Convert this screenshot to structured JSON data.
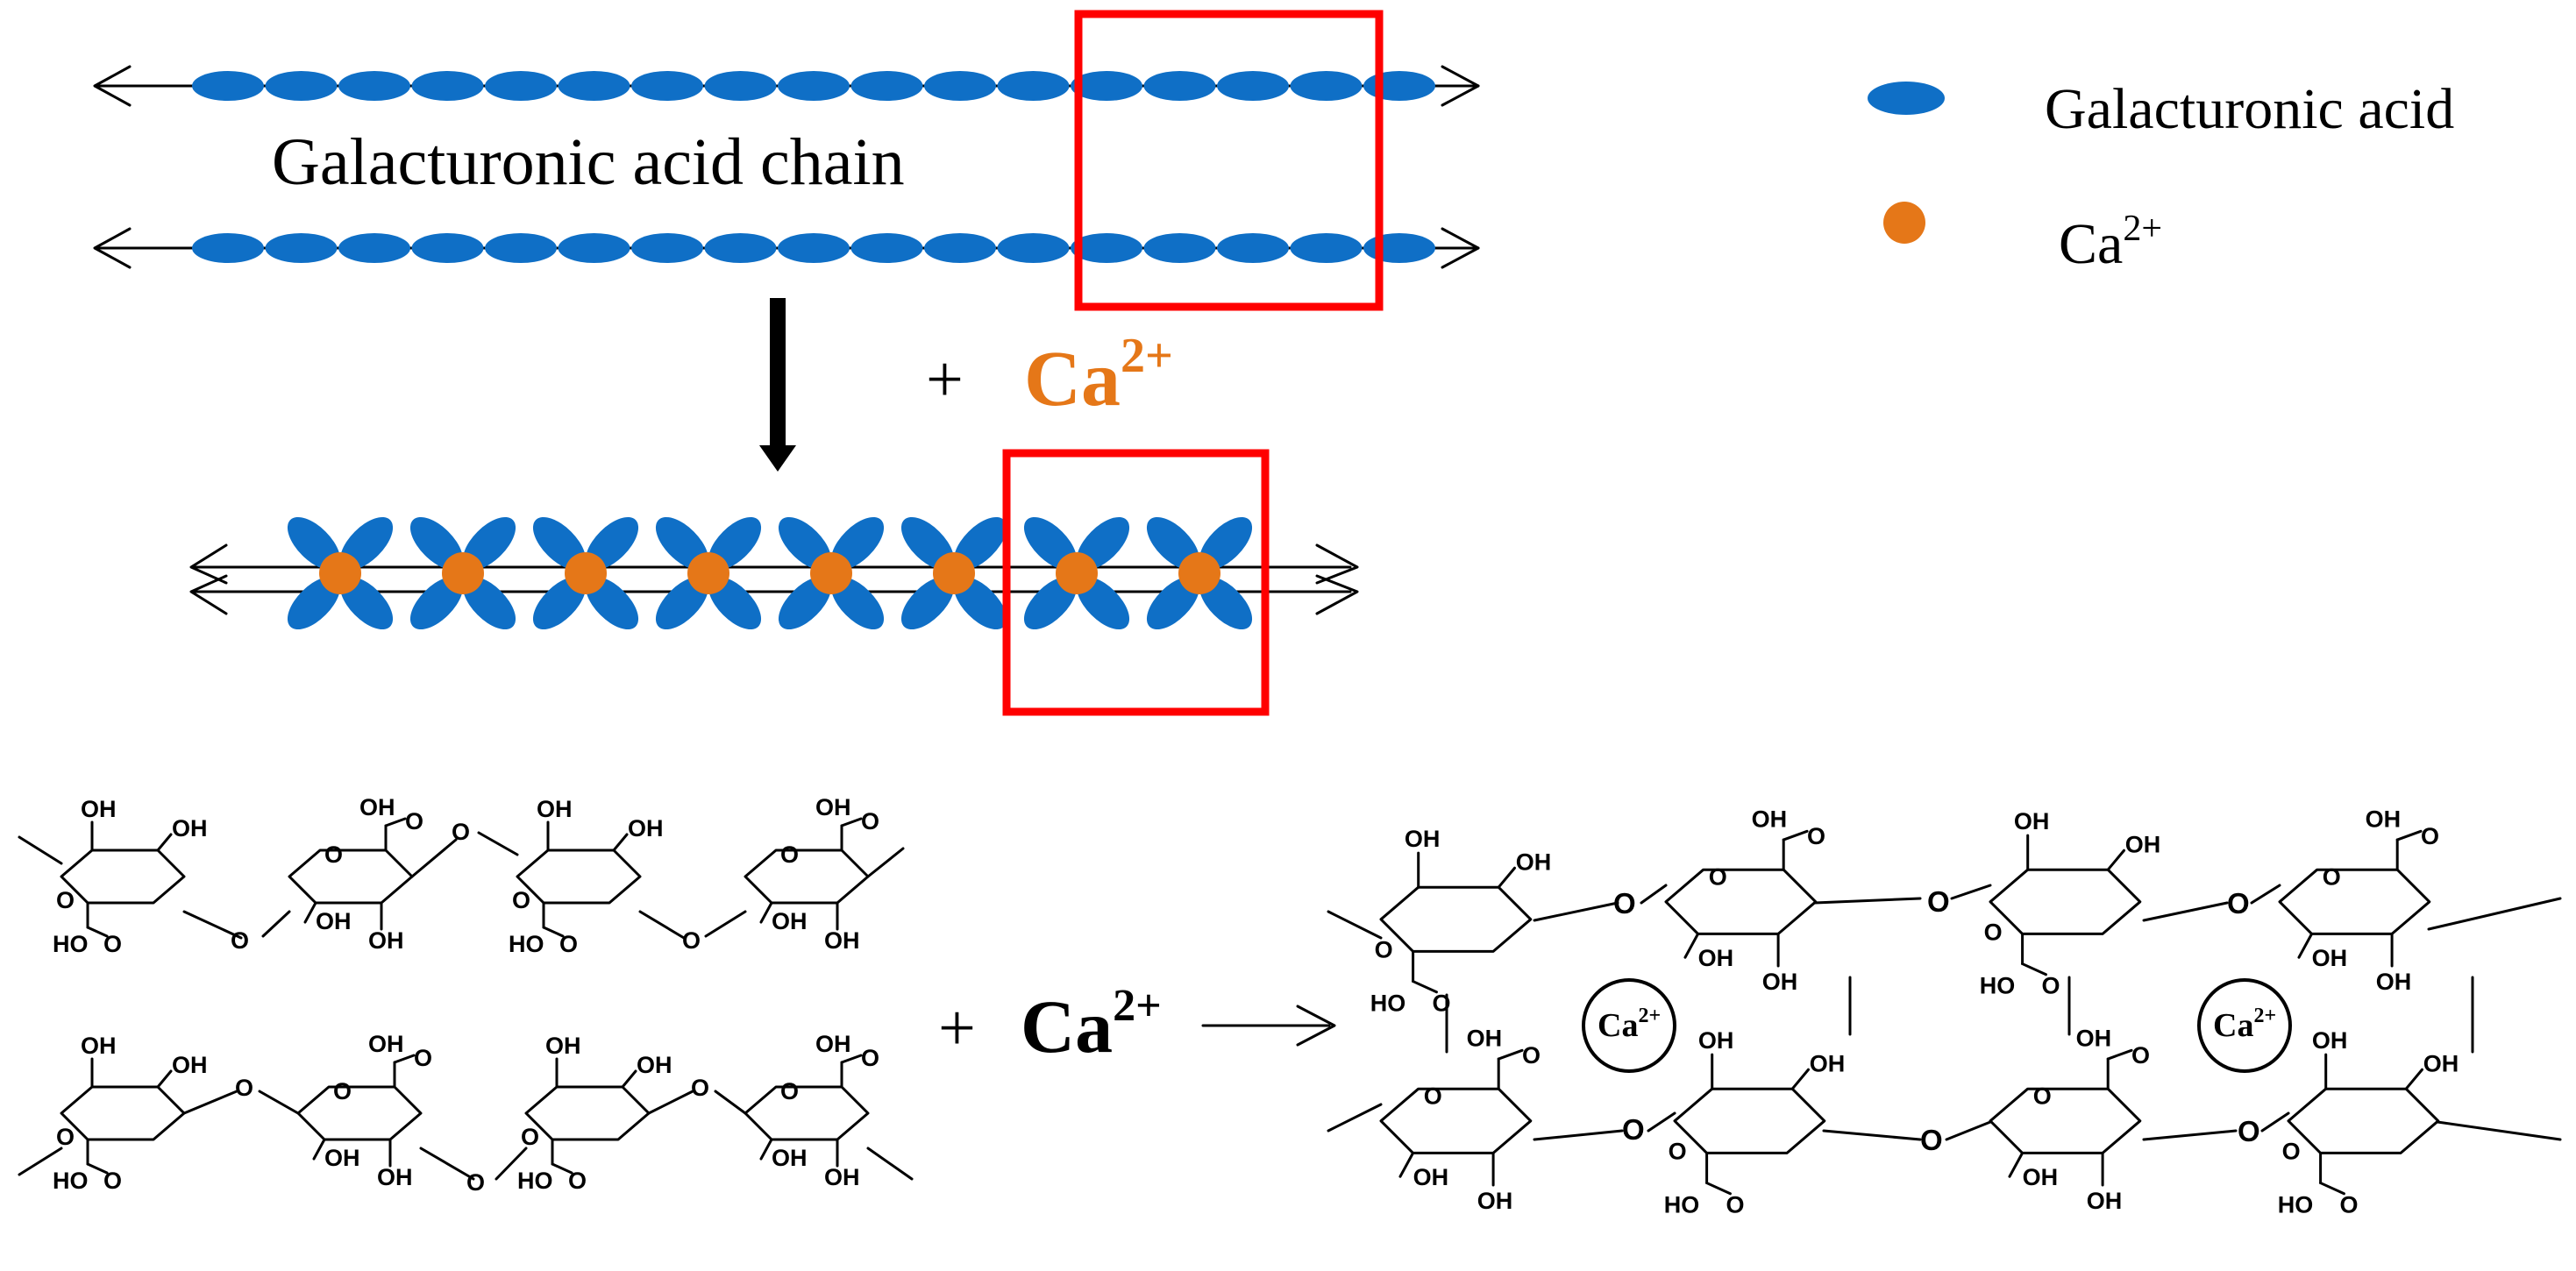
{
  "colors": {
    "acid_blue": "#0f6fc6",
    "calcium_orange": "#e57718",
    "box_red": "#ff0000",
    "ink": "#000000"
  },
  "labels": {
    "chain": "Galacturonic acid chain",
    "plus": "+",
    "ca_base": "Ca",
    "ca_charge": "2+"
  },
  "legend": {
    "items": [
      {
        "icon": "blue-ellipse",
        "label": "Galacturonic acid"
      },
      {
        "icon": "orange-dot",
        "label": "Ca",
        "superscript": "2+"
      }
    ]
  },
  "chemistry": {
    "hydroxyl": "OH",
    "hydroxyl_rev": "HO",
    "oxygen": "O",
    "acid_hydroxyl": "OH",
    "acid_oxygen": "O",
    "ion": "Ca",
    "ion_charge": "2+"
  }
}
